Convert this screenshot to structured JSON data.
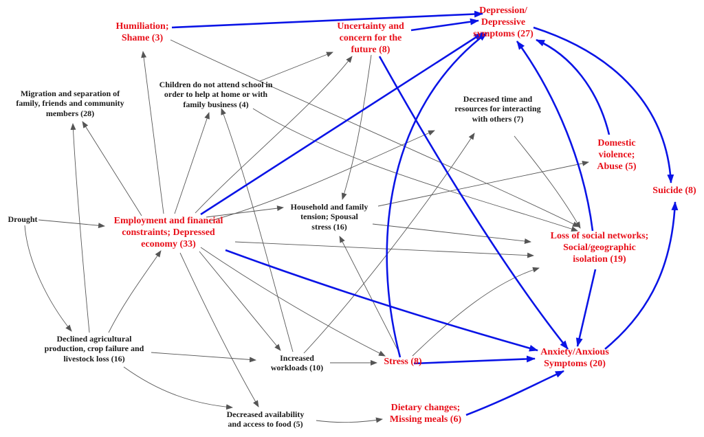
{
  "colors": {
    "red_node": "#e8101a",
    "black_node": "#1a1a1a",
    "blue_edge": "#0a14e6",
    "grey_edge": "#555555"
  },
  "nodes": [
    {
      "id": "humiliation",
      "label": "Humiliation;\nShame (3)",
      "color": "red"
    },
    {
      "id": "uncertainty",
      "label": "Uncertainty and\nconcern for the\nfuture (8)",
      "color": "red"
    },
    {
      "id": "depression",
      "label": "Depression/\nDepressive\nsymptoms (27)",
      "color": "red"
    },
    {
      "id": "children",
      "label": "Children do not attend school in\norder to help at home or with\nfamily business (4)",
      "color": "black"
    },
    {
      "id": "migration",
      "label": "Migration and separation of\nfamily, friends and community\nmembers (28)",
      "color": "black"
    },
    {
      "id": "decreased_time",
      "label": "Decreased time and\nresources for interacting\nwith others (7)",
      "color": "black"
    },
    {
      "id": "domestic",
      "label": "Domestic\nviolence;\nAbuse (5)",
      "color": "red"
    },
    {
      "id": "suicide",
      "label": "Suicide (8)",
      "color": "red"
    },
    {
      "id": "drought",
      "label": "Drought",
      "color": "black"
    },
    {
      "id": "employment",
      "label": "Employment and financial\nconstraints; Depressed\neconomy (33)",
      "color": "red"
    },
    {
      "id": "household",
      "label": "Household and family\ntension; Spousal\nstress (16)",
      "color": "black"
    },
    {
      "id": "loss_social",
      "label": "Loss of social networks;\nSocial/geographic\nisolation (19)",
      "color": "red"
    },
    {
      "id": "declined",
      "label": "Declined agricultural\nproduction, crop failure and\nlivestock loss (16)",
      "color": "black"
    },
    {
      "id": "workloads",
      "label": "Increased\nworkloads (10)",
      "color": "black"
    },
    {
      "id": "stress",
      "label": "Stress (8)",
      "color": "red"
    },
    {
      "id": "anxiety",
      "label": "Anxiety/Anxious\nSymptoms (20)",
      "color": "red"
    },
    {
      "id": "dietary",
      "label": "Dietary changes;\nMissing meals (6)",
      "color": "red"
    },
    {
      "id": "food",
      "label": "Decreased availability\nand access to food (5)",
      "color": "black"
    }
  ],
  "edges": [
    {
      "from": "drought",
      "to": "employment",
      "style": "grey"
    },
    {
      "from": "drought",
      "to": "declined",
      "style": "grey"
    },
    {
      "from": "declined",
      "to": "employment",
      "style": "grey"
    },
    {
      "from": "declined",
      "to": "migration",
      "style": "grey"
    },
    {
      "from": "declined",
      "to": "workloads",
      "style": "grey"
    },
    {
      "from": "declined",
      "to": "food",
      "style": "grey"
    },
    {
      "from": "employment",
      "to": "migration",
      "style": "grey"
    },
    {
      "from": "employment",
      "to": "humiliation",
      "style": "grey"
    },
    {
      "from": "employment",
      "to": "children",
      "style": "grey"
    },
    {
      "from": "employment",
      "to": "uncertainty",
      "style": "grey"
    },
    {
      "from": "employment",
      "to": "household",
      "style": "grey"
    },
    {
      "from": "employment",
      "to": "decreased_time",
      "style": "grey"
    },
    {
      "from": "employment",
      "to": "loss_social",
      "style": "grey"
    },
    {
      "from": "employment",
      "to": "workloads",
      "style": "grey"
    },
    {
      "from": "employment",
      "to": "stress",
      "style": "grey"
    },
    {
      "from": "employment",
      "to": "food",
      "style": "grey"
    },
    {
      "from": "children",
      "to": "uncertainty",
      "style": "grey"
    },
    {
      "from": "children",
      "to": "loss_social",
      "style": "grey"
    },
    {
      "from": "humiliation",
      "to": "loss_social",
      "style": "grey"
    },
    {
      "from": "uncertainty",
      "to": "household",
      "style": "grey"
    },
    {
      "from": "household",
      "to": "domestic",
      "style": "grey"
    },
    {
      "from": "household",
      "to": "loss_social",
      "style": "grey"
    },
    {
      "from": "decreased_time",
      "to": "loss_social",
      "style": "grey"
    },
    {
      "from": "workloads",
      "to": "children",
      "style": "grey"
    },
    {
      "from": "workloads",
      "to": "decreased_time",
      "style": "grey"
    },
    {
      "from": "workloads",
      "to": "stress",
      "style": "grey"
    },
    {
      "from": "stress",
      "to": "household",
      "style": "grey"
    },
    {
      "from": "stress",
      "to": "loss_social",
      "style": "grey"
    },
    {
      "from": "food",
      "to": "dietary",
      "style": "grey"
    },
    {
      "from": "humiliation",
      "to": "depression",
      "style": "blue"
    },
    {
      "from": "uncertainty",
      "to": "depression",
      "style": "blue"
    },
    {
      "from": "uncertainty",
      "to": "anxiety",
      "style": "blue"
    },
    {
      "from": "employment",
      "to": "depression",
      "style": "blue"
    },
    {
      "from": "employment",
      "to": "anxiety",
      "style": "blue"
    },
    {
      "from": "stress",
      "to": "depression",
      "style": "blue"
    },
    {
      "from": "stress",
      "to": "anxiety",
      "style": "blue"
    },
    {
      "from": "loss_social",
      "to": "depression",
      "style": "blue"
    },
    {
      "from": "loss_social",
      "to": "anxiety",
      "style": "blue"
    },
    {
      "from": "domestic",
      "to": "depression",
      "style": "blue"
    },
    {
      "from": "depression",
      "to": "suicide",
      "style": "blue"
    },
    {
      "from": "anxiety",
      "to": "suicide",
      "style": "blue"
    },
    {
      "from": "dietary",
      "to": "anxiety",
      "style": "blue"
    }
  ]
}
